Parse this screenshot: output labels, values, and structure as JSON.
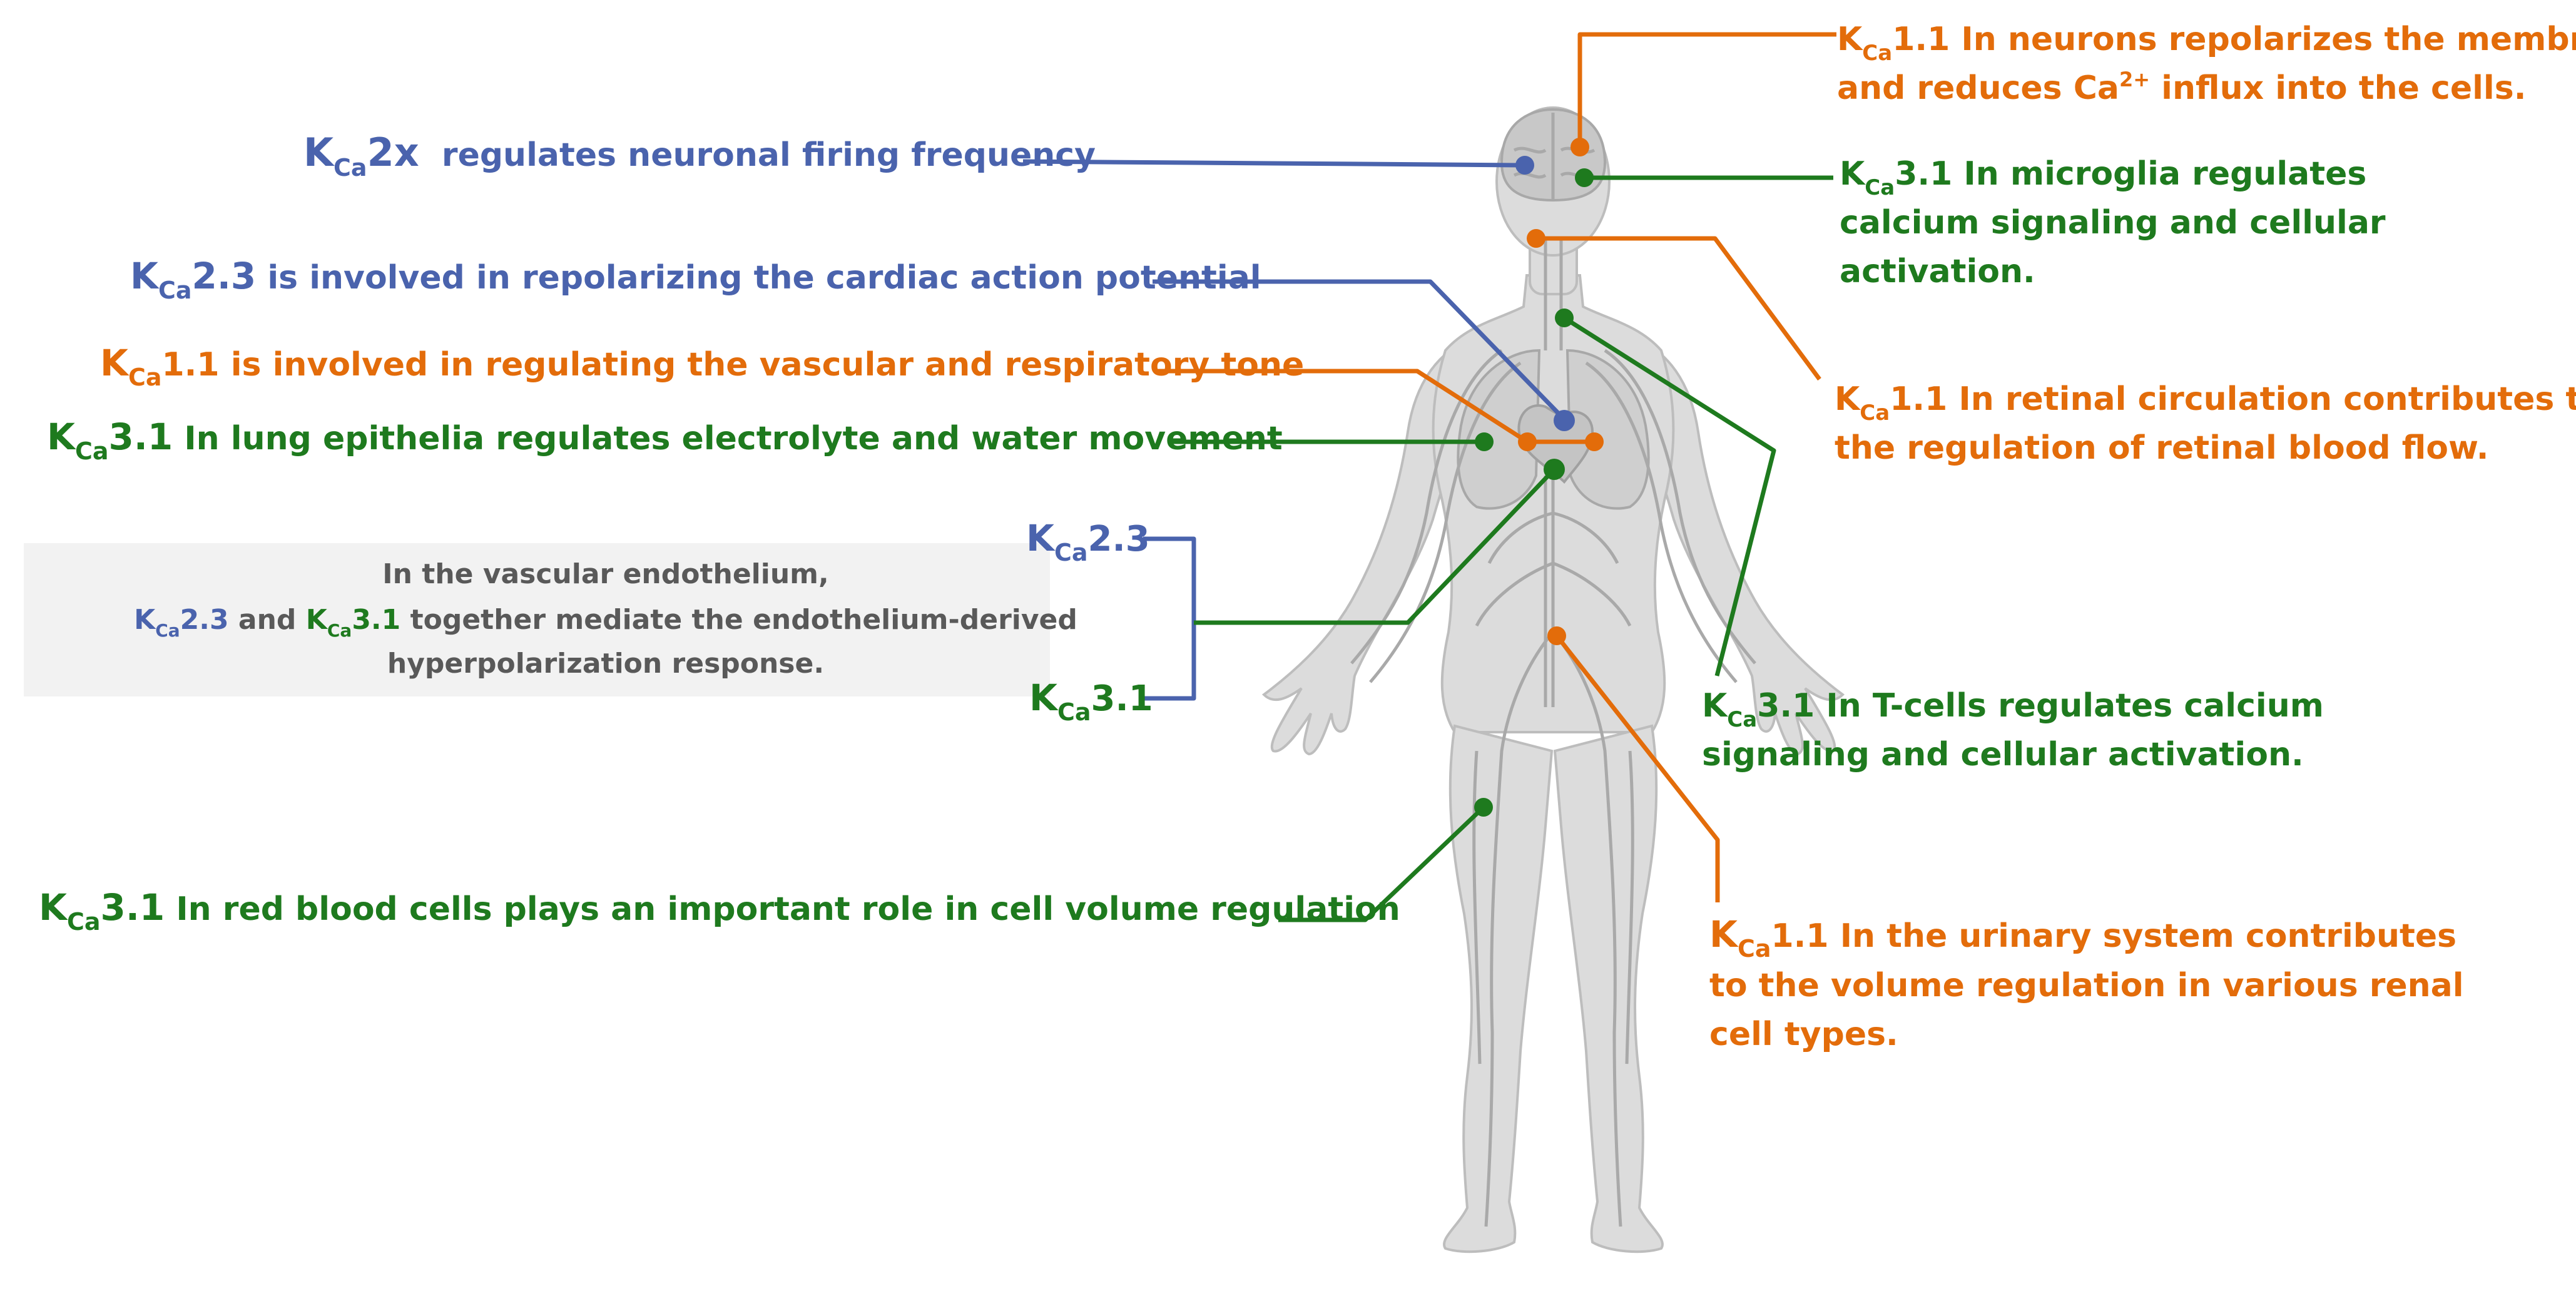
{
  "k_letter": "K",
  "ca_sub": "Ca",
  "colors": {
    "orange": "#e36c0a",
    "green": "#1e7a1e",
    "blue": "#4a63ad",
    "gray_text": "#595959"
  },
  "labels": {
    "neurons": {
      "chan": "1.1",
      "line1": " In neurons repolarizes the membrane",
      "line2a": "and reduces Ca",
      "line2sup": "2+",
      "line2b": " influx into the cells."
    },
    "microglia": {
      "chan": "3.1",
      "line1": " In microglia regulates",
      "line2": "calcium signaling and cellular",
      "line3": "activation."
    },
    "firing": {
      "chan": "2x",
      "text": "  regulates neuronal firing frequency"
    },
    "cardiac": {
      "chan": "2.3",
      "text": " is involved in repolarizing the cardiac action potential"
    },
    "vascular": {
      "chan": "1.1",
      "text": " is involved in regulating the vascular and respiratory tone"
    },
    "lung": {
      "chan": "3.1",
      "text": " In lung epithelia regulates electrolyte and water movement"
    },
    "retinal": {
      "chan": "1.1",
      "line1": " In retinal circulation contributes to",
      "line2": "the regulation of retinal blood flow."
    },
    "endothelium": {
      "line1": "In the vascular endothelium,",
      "chan_a": "2.3",
      "and": " and ",
      "chan_b": "3.1",
      "line2b": " together mediate the endothelium-derived",
      "line3": "hyperpolarization response."
    },
    "bracket_top": {
      "chan": "2.3"
    },
    "bracket_bottom": {
      "chan": "3.1"
    },
    "tcells": {
      "chan": "3.1",
      "line1": " In T-cells regulates calcium",
      "line2": "signaling and cellular activation."
    },
    "rbc": {
      "chan": "3.1",
      "text": " In red blood cells plays an important role in cell volume regulation"
    },
    "urinary": {
      "chan": "1.1",
      "line1": " In the urinary system contributes",
      "line2": "to the volume regulation in various renal",
      "line3": "cell types."
    }
  }
}
